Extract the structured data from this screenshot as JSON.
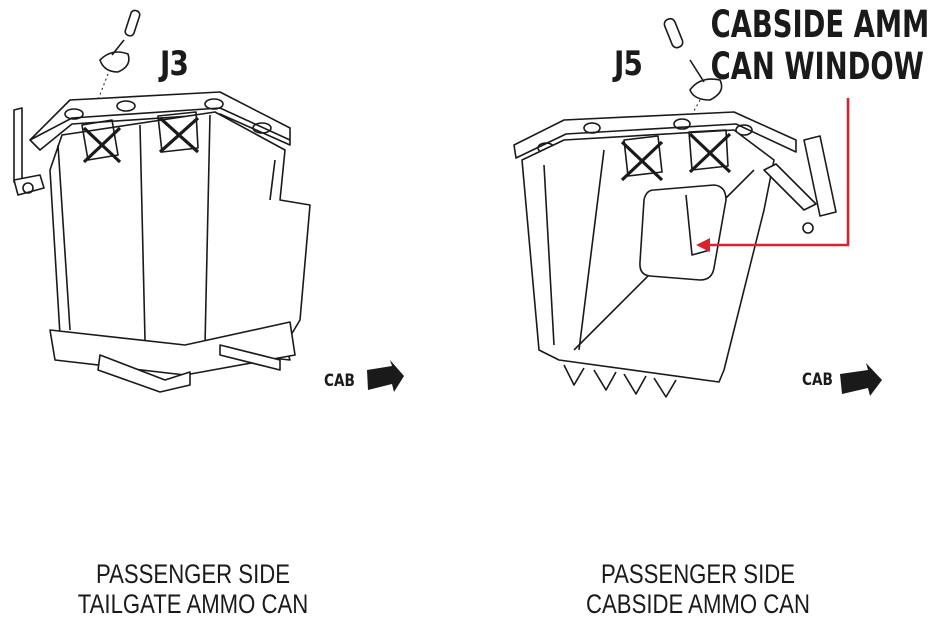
{
  "left": {
    "fastener_label": "J3",
    "cab_label": "CAB",
    "caption_line1": "PASSENGER SIDE",
    "caption_line2": "TAILGATE AMMO CAN"
  },
  "right": {
    "fastener_label": "J5",
    "cab_label": "CAB",
    "callout_line1": "CABSIDE AMMO",
    "callout_line2": "CAN WINDOW",
    "caption_line1": "PASSENGER SIDE",
    "caption_line2": "CABSIDE AMMO CAN"
  },
  "colors": {
    "line": "#1a1a1a",
    "callout_arrow": "#d9232d"
  }
}
